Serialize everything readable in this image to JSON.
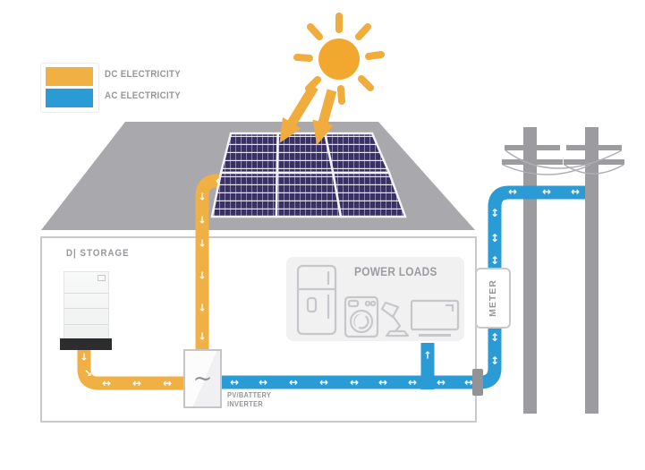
{
  "colors": {
    "dc_electricity": "#F0B044",
    "ac_electricity": "#2B9BD5",
    "sun": "#F2A72E",
    "roof": "#A9A8AD",
    "solar_panel": "#3A3163",
    "pole": "#9C9BA0",
    "label_text": "#97969B",
    "battery_base": "#2D2D30"
  },
  "legend": {
    "dc_label": "DC ELECTRICITY",
    "ac_label": "AC ELECTRICITY"
  },
  "storage": {
    "label": "D| STORAGE"
  },
  "power_loads": {
    "title": "POWER LOADS",
    "appliance_icons": [
      "refrigerator-icon",
      "washing-machine-icon",
      "desk-lamp-icon",
      "television-icon"
    ]
  },
  "inverter": {
    "label_line1": "PV/BATTERY",
    "label_line2": "INVERTER",
    "symbol": "~"
  },
  "meter": {
    "label": "METER"
  },
  "diagram": {
    "type": "energy-flow",
    "description": "Residential solar PV and battery storage energy flow diagram",
    "nodes": [
      "sun",
      "solar-panels",
      "battery-storage",
      "pv-battery-inverter",
      "power-loads",
      "meter",
      "utility-grid"
    ],
    "flows": [
      {
        "from": "solar-panels",
        "to": "pv-battery-inverter",
        "type": "DC",
        "bidirectional": false
      },
      {
        "from": "battery-storage",
        "to": "pv-battery-inverter",
        "type": "DC",
        "bidirectional": true
      },
      {
        "from": "pv-battery-inverter",
        "to": "power-loads",
        "type": "AC",
        "bidirectional": false
      },
      {
        "from": "pv-battery-inverter",
        "to": "meter",
        "type": "AC",
        "bidirectional": true
      },
      {
        "from": "meter",
        "to": "utility-grid",
        "type": "AC",
        "bidirectional": true
      }
    ]
  }
}
